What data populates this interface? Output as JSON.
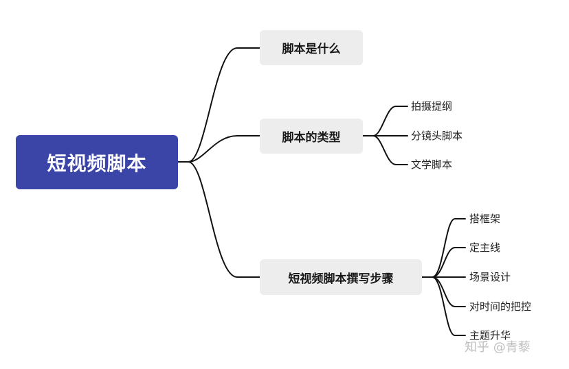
{
  "root": {
    "label": "短视频脚本"
  },
  "branches": [
    {
      "label": "脚本是什么",
      "children": []
    },
    {
      "label": "脚本的类型",
      "children": [
        "拍摄提纲",
        "分镜头脚本",
        "文学脚本"
      ]
    },
    {
      "label": "短视频脚本撰写步骤",
      "children": [
        "搭框架",
        "定主线",
        "场景设计",
        "对时间的把控",
        "主题升华"
      ]
    }
  ],
  "watermark": "知乎 @青藜",
  "colors": {
    "root_bg": "#3b45a8",
    "branch_bg": "#ededed",
    "line": "#111111"
  }
}
